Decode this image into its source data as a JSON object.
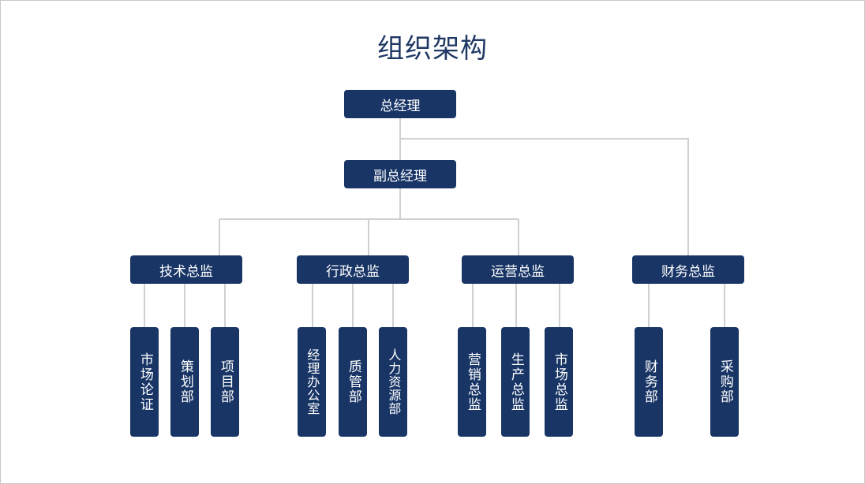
{
  "title": "组织架构",
  "colors": {
    "box": "#183566",
    "line": "#d0d0d0",
    "title": "#1f3864",
    "text": "#ffffff"
  },
  "org": {
    "general_manager": "总经理",
    "deputy_general_manager": "副总经理",
    "directors": [
      {
        "name": "技术总监",
        "departments": [
          "市场论证",
          "策划部",
          "项目部"
        ]
      },
      {
        "name": "行政总监",
        "departments": [
          "经理办公室",
          "质管部",
          "人力资源部"
        ]
      },
      {
        "name": "运营总监",
        "departments": [
          "营销总监",
          "生产总监",
          "市场总监"
        ]
      },
      {
        "name": "财务总监",
        "departments": [
          "财务部",
          "采购部"
        ]
      }
    ]
  }
}
